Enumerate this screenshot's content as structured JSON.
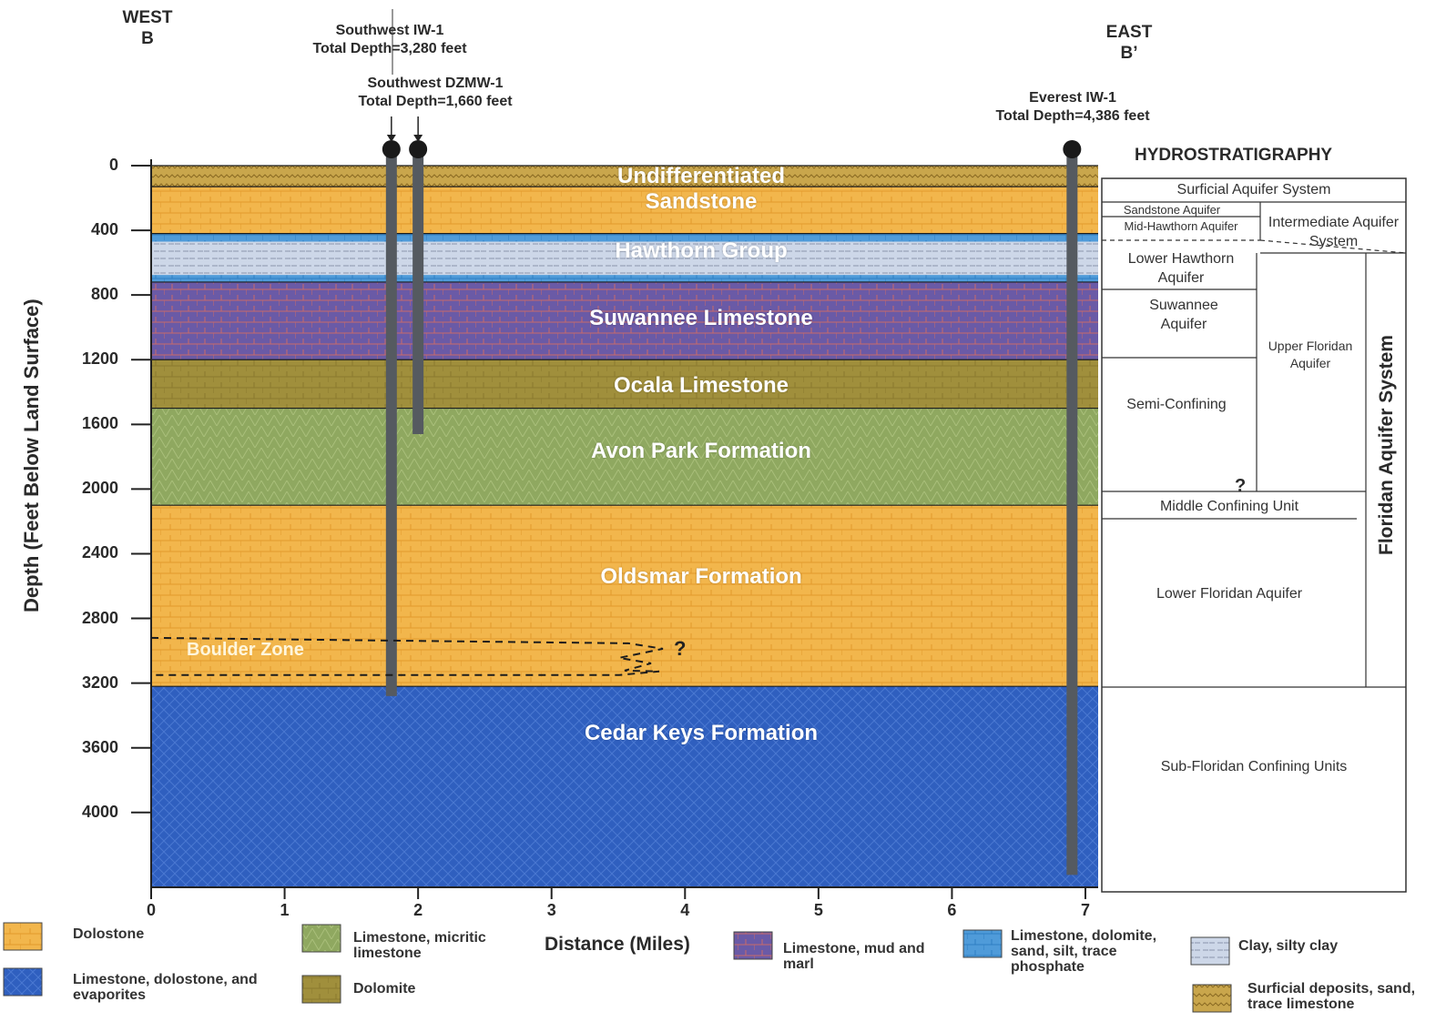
{
  "directions": {
    "west": {
      "dir": "WEST",
      "label": "B"
    },
    "east": {
      "dir": "EAST",
      "label": "B’"
    }
  },
  "wells": [
    {
      "name": "Southwest IW-1",
      "depth": "Total Depth=3,280 feet",
      "value_ft": 3280,
      "mile": 1.8
    },
    {
      "name": "Southwest DZMW-1",
      "depth": "Total Depth=1,660 feet",
      "value_ft": 1660,
      "mile": 2.0
    },
    {
      "name": "Everest IW-1",
      "depth": "Total Depth=4,386 feet",
      "value_ft": 4386,
      "mile": 6.9
    }
  ],
  "axes": {
    "y_title": "Depth (Feet Below Land Surface)",
    "x_title": "Distance (Miles)",
    "y_ticks": [
      "0",
      "400",
      "800",
      "1200",
      "1600",
      "2000",
      "2400",
      "2800",
      "3200",
      "3600",
      "4000"
    ],
    "x_ticks": [
      "0",
      "1",
      "2",
      "3",
      "4",
      "5",
      "6",
      "7"
    ],
    "y_range_ft": [
      0,
      4500
    ],
    "x_range_mi": [
      0,
      7
    ]
  },
  "layers": [
    {
      "name": "Undifferentiated",
      "top_ft": 0,
      "bottom_ft": 130,
      "lithology": "Surficial deposits, sand, trace limestone"
    },
    {
      "name": "Sandstone",
      "top_ft": 130,
      "bottom_ft": 420,
      "lithology": "Dolostone"
    },
    {
      "name": "Hawthorn Group",
      "top_ft": 420,
      "bottom_ft": 720,
      "lithology": "Limestone, dolomite, sand, silt, trace phosphate"
    },
    {
      "name": "Suwannee Limestone",
      "top_ft": 720,
      "bottom_ft": 1200,
      "lithology": "Limestone, mud and marl"
    },
    {
      "name": "Ocala Limestone",
      "top_ft": 1200,
      "bottom_ft": 1500,
      "lithology": "Dolomite"
    },
    {
      "name": "Avon Park Formation",
      "top_ft": 1500,
      "bottom_ft": 2100,
      "lithology": "Limestone, micritic limestone"
    },
    {
      "name": "Oldsmar Formation",
      "top_ft": 2100,
      "bottom_ft": 3220,
      "lithology": "Dolostone"
    },
    {
      "name": "Cedar Keys Formation",
      "top_ft": 3220,
      "bottom_ft": 4500,
      "lithology": "Limestone, dolostone, and evaporites"
    }
  ],
  "boulder_zone": {
    "label": "Boulder Zone",
    "top_ft": 2920,
    "bottom_ft": 3150,
    "question": "?"
  },
  "hydrostratigraphy": {
    "title": "HYDROSTRATIGRAPHY",
    "surficial": "Surficial Aquifer System",
    "sandstone_aquifer": "Sandstone Aquifer",
    "mid_hawthorn": "Mid-Hawthorn Aquifer",
    "intermediate": "Intermediate Aquifer System",
    "lower_hawthorn": "Lower Hawthorn Aquifer",
    "suwannee_aquifer": "Suwannee Aquifer",
    "upper_floridan": "Upper Floridan Aquifer",
    "semi_confining": "Semi-Confining",
    "question": "?",
    "middle_confining": "Middle Confining Unit",
    "lower_floridan": "Lower Floridan Aquifer",
    "floridan_system": "Floridan Aquifer System",
    "sub_floridan": "Sub-Floridan Confining Units"
  },
  "legend": [
    {
      "label": "Dolostone",
      "pattern": "dolostone"
    },
    {
      "label": "Limestone, dolostone, and evaporites",
      "pattern": "evaporites"
    },
    {
      "label": "Limestone, micritic limestone",
      "pattern": "micritic"
    },
    {
      "label": "Dolomite",
      "pattern": "dolomite"
    },
    {
      "label": "Limestone, mud and marl",
      "pattern": "marl"
    },
    {
      "label": "Limestone, dolomite, sand, silt, trace phosphate",
      "pattern": "phosphate"
    },
    {
      "label": "Clay, silty clay",
      "pattern": "clay"
    },
    {
      "label": "Surficial deposits, sand, trace limestone",
      "pattern": "surficial"
    }
  ],
  "colors": {
    "dolostone": "#f2b64c",
    "evaporites": "#2f5fbf",
    "micritic": "#8fa860",
    "dolomite": "#a08f3c",
    "marl": "#6a5aa6",
    "phosphate": "#4f9bd9",
    "clay": "#cdd7e8",
    "surficial": "#c9a64c",
    "well": "#555a60"
  }
}
